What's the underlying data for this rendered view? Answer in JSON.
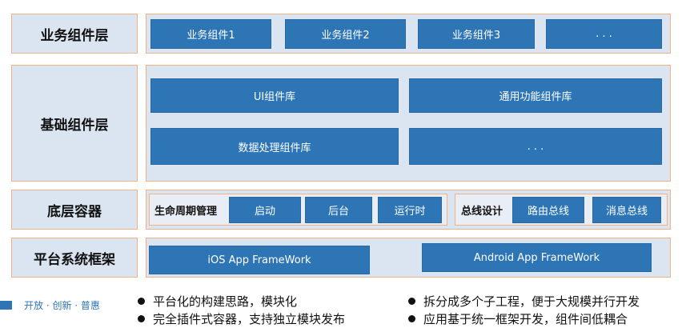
{
  "layers": {
    "business": {
      "label": "业务组件层",
      "components": [
        "业务组件1",
        "业务组件2",
        "业务组件3",
        ". . ."
      ]
    },
    "foundation": {
      "label": "基础组件层",
      "components": [
        "UI组件库",
        "通用功能组件库",
        "数据处理组件库",
        ". . ."
      ]
    },
    "container": {
      "label": "底层容器",
      "lifecycle": {
        "label": "生命周期管理",
        "items": [
          "启动",
          "后台",
          "运行时"
        ]
      },
      "bus": {
        "label": "总线设计",
        "items": [
          "路由总线",
          "消息总线"
        ]
      }
    },
    "platform": {
      "label": "平台系统框架",
      "frameworks": [
        "iOS  App  FrameWork",
        "Android  App  FrameWork"
      ]
    }
  },
  "footer": {
    "slogan": "开放 · 创新 · 普惠",
    "bullets": [
      "平台化的构建思路，模块化",
      "拆分成多个子工程，便于大规模并行开发",
      "完全插件式容器，支持独立模块发布",
      "应用基于统一框架开发，组件间低耦合"
    ]
  },
  "colors": {
    "panel_fill": "#dbe5f1",
    "panel_border": "#f4b183",
    "component_fill": "#2e75b6",
    "component_text": "#ffffff",
    "slogan": "#2e75b6"
  }
}
